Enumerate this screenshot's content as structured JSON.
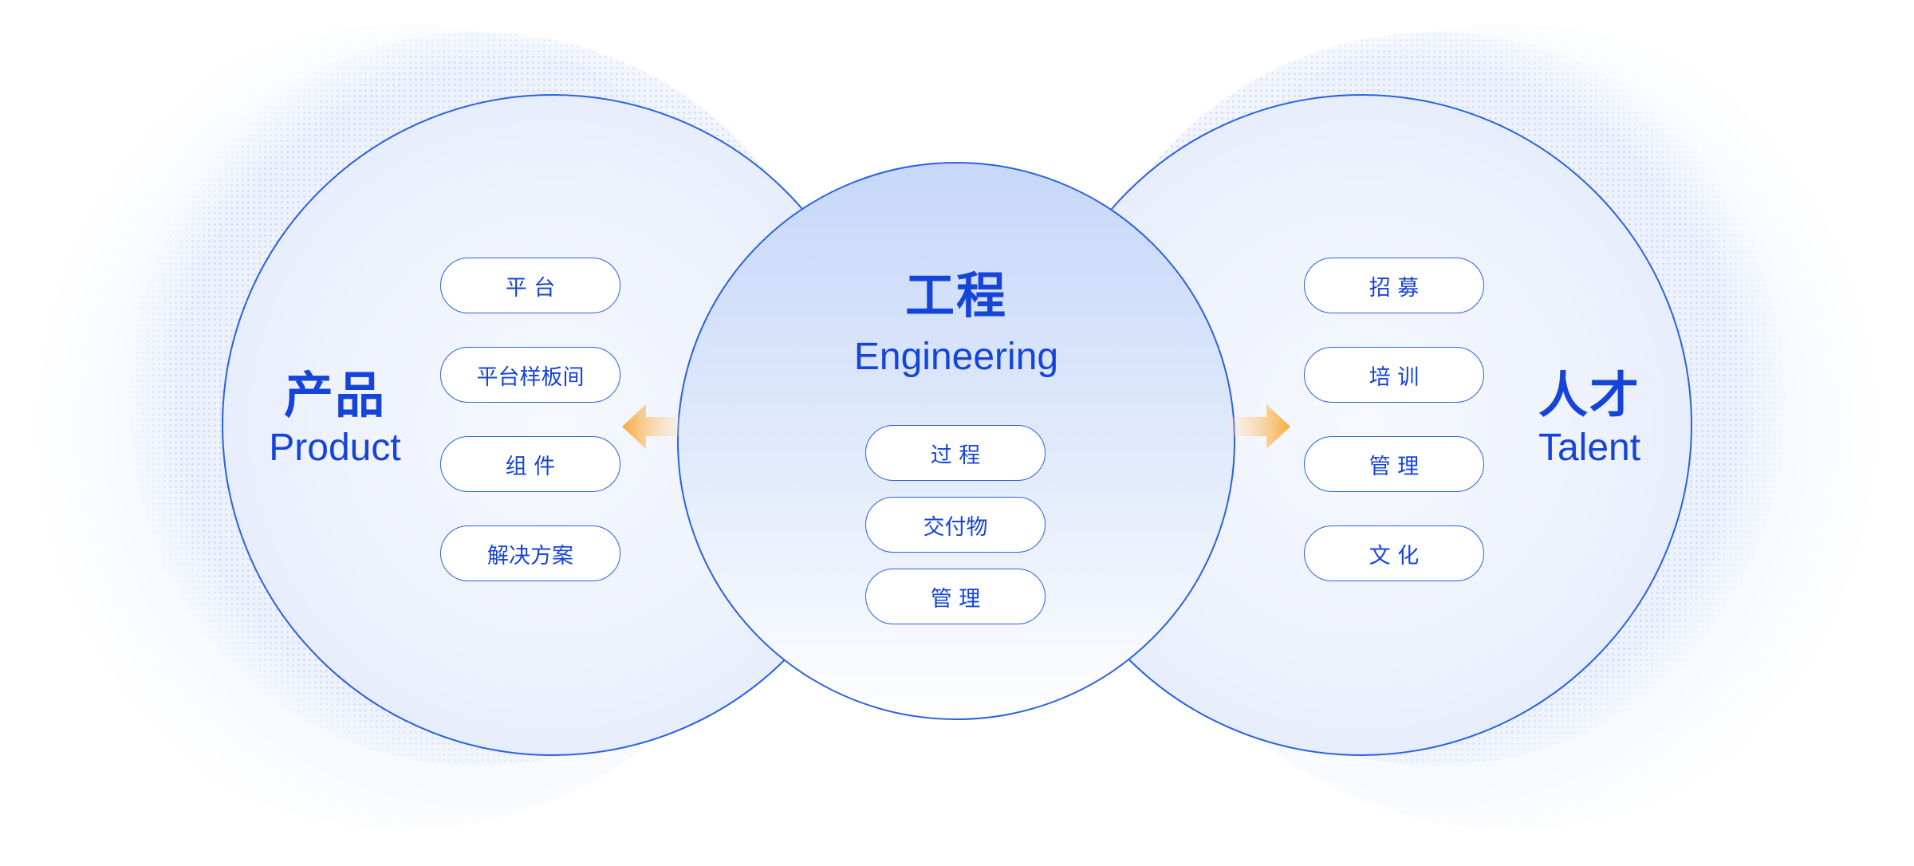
{
  "product": {
    "title_cn": "产品",
    "title_en": "Product",
    "items": [
      "平 台",
      "平台样板间",
      "组 件",
      "解决方案"
    ]
  },
  "engineering": {
    "title_cn": "工程",
    "title_en": "Engineering",
    "items": [
      "过 程",
      "交付物",
      "管 理"
    ]
  },
  "talent": {
    "title_cn": "人才",
    "title_en": "Talent",
    "items": [
      "招 募",
      "培 训",
      "管 理",
      "文 化"
    ]
  },
  "colors": {
    "primary_blue": "#1544d8",
    "outline_blue": "#2a62e0",
    "arrow_orange": "#f7b24a"
  }
}
